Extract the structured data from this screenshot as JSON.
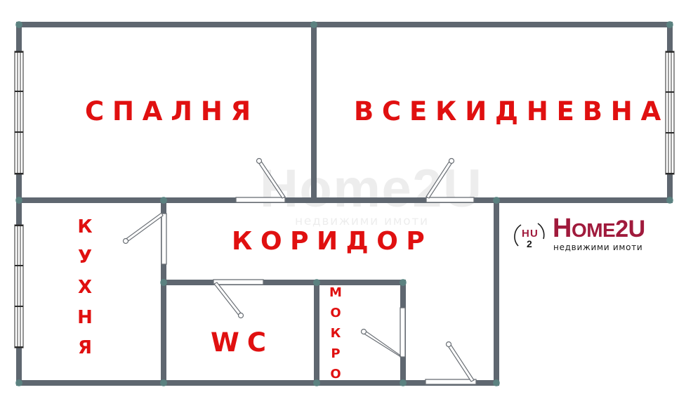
{
  "floor_plan": {
    "rooms": [
      {
        "id": "bedroom",
        "label": "СПАЛНЯ"
      },
      {
        "id": "living",
        "label": "ВСЕКИДНЕВНА"
      },
      {
        "id": "corridor",
        "label": "КОРИДОР"
      },
      {
        "id": "wc",
        "label": "WC"
      },
      {
        "id": "kitchen",
        "label": "КУХНЯ",
        "letters": [
          "К",
          "У",
          "Х",
          "Н",
          "Я"
        ]
      },
      {
        "id": "wet",
        "label": "МОКРО",
        "letters": [
          "М",
          "О",
          "К",
          "Р",
          "О"
        ]
      }
    ],
    "colors": {
      "wall": "#5f6770",
      "label": "#e01010",
      "brand": "#a01a3c"
    }
  },
  "logo": {
    "badge_h": "H",
    "badge_u": "U",
    "badge_2": "2",
    "word_h": "H",
    "word_ome": "OME",
    "word_2u": "2U",
    "tagline": "недвижими имоти"
  },
  "watermark": {
    "word": "Home2U",
    "tagline": "недвижими имоти"
  }
}
